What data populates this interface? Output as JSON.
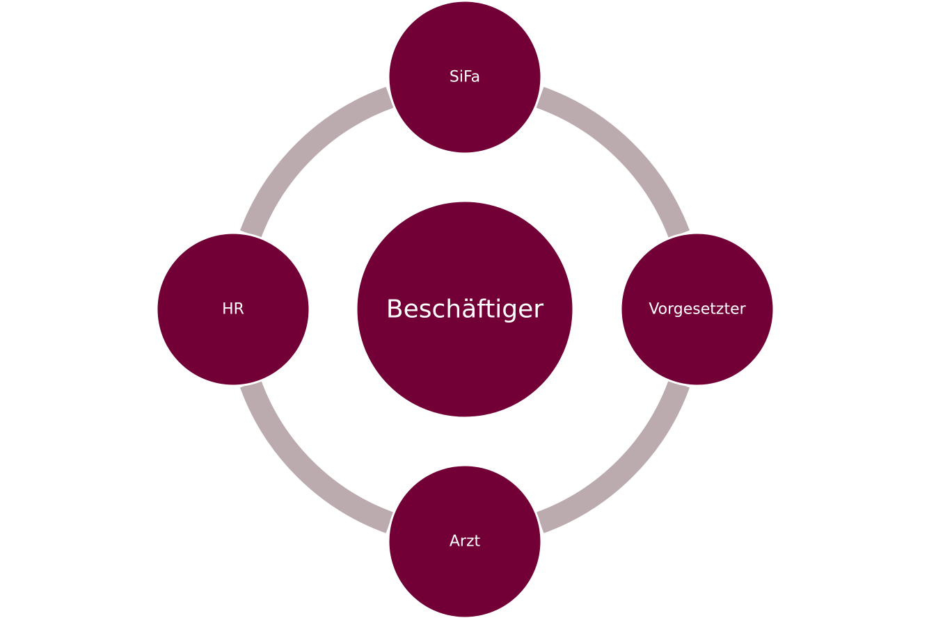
{
  "diagram": {
    "colors": {
      "node_fill": "#720036",
      "node_stroke": "#ffffff",
      "ring": "#bbabae",
      "label": "#ffffff",
      "background": "#ffffff"
    },
    "center": {
      "label": "Beschäftiger"
    },
    "nodes": [
      {
        "id": "sifa",
        "label": "SiFa"
      },
      {
        "id": "vorgesetzter",
        "label": "Vorgesetzter"
      },
      {
        "id": "arzt",
        "label": "Arzt"
      },
      {
        "id": "hr",
        "label": "HR"
      }
    ]
  }
}
